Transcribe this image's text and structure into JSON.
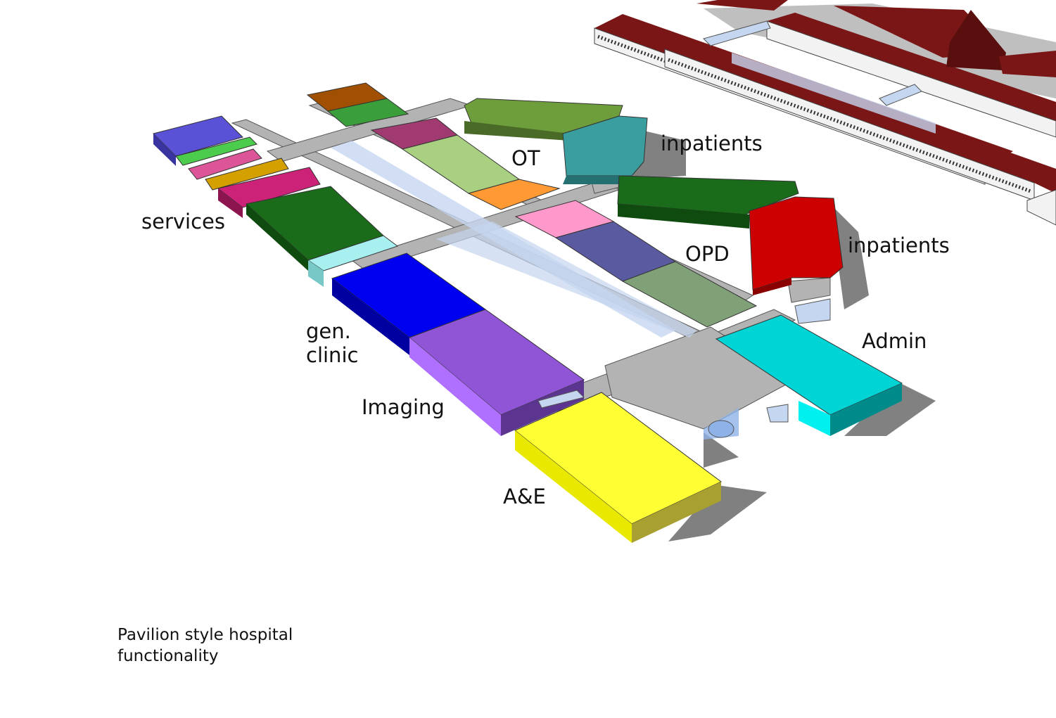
{
  "labels": {
    "services": "services",
    "ot": "OT",
    "inpatients_upper": "inpatients",
    "inpatients_lower": "inpatients",
    "opd": "OPD",
    "gen_clinic_line1": "gen.",
    "gen_clinic_line2": "clinic",
    "imaging": "Imaging",
    "admin": "Admin",
    "ae": "A&E"
  },
  "caption": {
    "line1": "Pavilion style hospital",
    "line2": "functionality"
  },
  "colors": {
    "corridor": "#b3b3b3",
    "glass": "#c5d6f0",
    "shadow": "#6b6b6b",
    "existing_roof": "#7a1616",
    "services": "#5a52d6",
    "ot": "#a8d080",
    "ot_annex": "#ff9933",
    "inpatients_upper": "#3a9e9e",
    "inpatients_upper_wing": "#6e9e3c",
    "inpatients_lower": "#cc0000",
    "inpatients_lower_wing": "#1a6b1a",
    "opd_1": "#ff99cc",
    "opd_2": "#5a5aa0",
    "opd_3": "#80a078",
    "gen_clinic": "#1a6b1a",
    "imaging_1": "#0000f0",
    "imaging_2": "#8f55d6",
    "admin": "#00d4d4",
    "ae": "#ffff33"
  }
}
